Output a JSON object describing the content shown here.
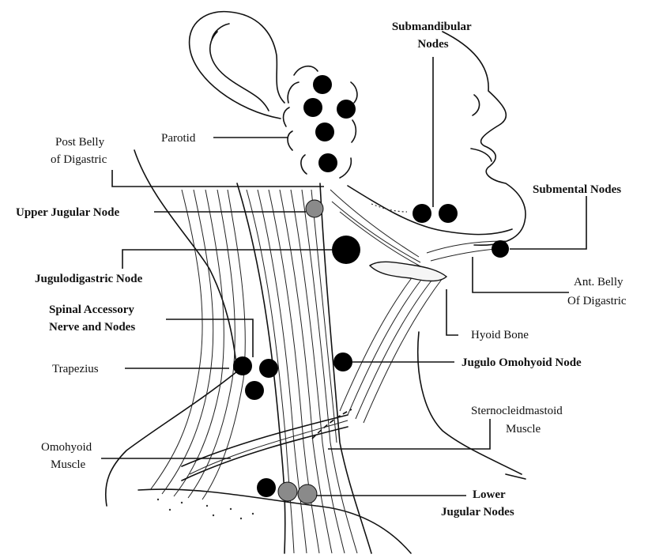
{
  "colors": {
    "node": "#000000",
    "highlighted_node": "#8a8a8a",
    "line": "#111111",
    "background": "#ffffff"
  },
  "labels": {
    "submandibular_nodes": [
      "Submandibular",
      "Nodes"
    ],
    "parotid": "Parotid",
    "post_belly_digastric": [
      "Post Belly",
      "of Digastric"
    ],
    "submental_nodes": "Submental Nodes",
    "upper_jugular_node": "Upper Jugular Node",
    "jugulodigastric_node": "Jugulodigastric Node",
    "spinal_accessory": [
      "Spinal Accessory",
      "Nerve and Nodes"
    ],
    "ant_belly_digastric": [
      "Ant. Belly",
      "Of Digastric"
    ],
    "hyoid_bone": "Hyoid Bone",
    "trapezius": "Trapezius",
    "jugulo_omohyoid_node": "Jugulo Omohyoid Node",
    "sternocleidomastoid": [
      "Sternocleidmastoid",
      "Muscle"
    ],
    "omohyoid_muscle": [
      "Omohyoid",
      "Muscle"
    ],
    "lower_jugular_nodes": [
      "Lower",
      "Jugular Nodes"
    ]
  }
}
